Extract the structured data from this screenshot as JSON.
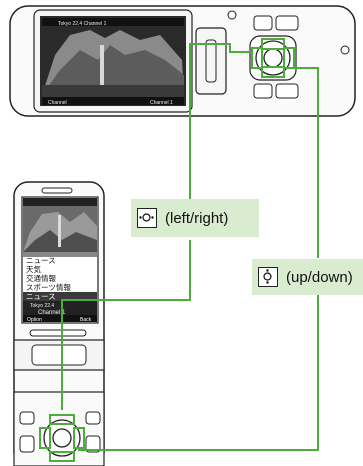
{
  "labels": {
    "left_right": "(left/right)",
    "up_down": "(up/down)"
  },
  "landscape_screen": {
    "status": "Tokyo 22.4 Channel 1",
    "bottom_left": "Channel",
    "bottom_right": "Channel 1"
  },
  "portrait_screen": {
    "menu_items": [
      "ニュース",
      "天気",
      "交通情報",
      "スポーツ情報"
    ],
    "selected_header": "ニュース",
    "channel_line": "Tokyo 22.4",
    "channel_name": "Channel 1",
    "softkey_left": "Option",
    "softkey_right": "Back"
  },
  "colors": {
    "callout_line": "#4cae3a",
    "label_bg": "#d9ecd0"
  }
}
